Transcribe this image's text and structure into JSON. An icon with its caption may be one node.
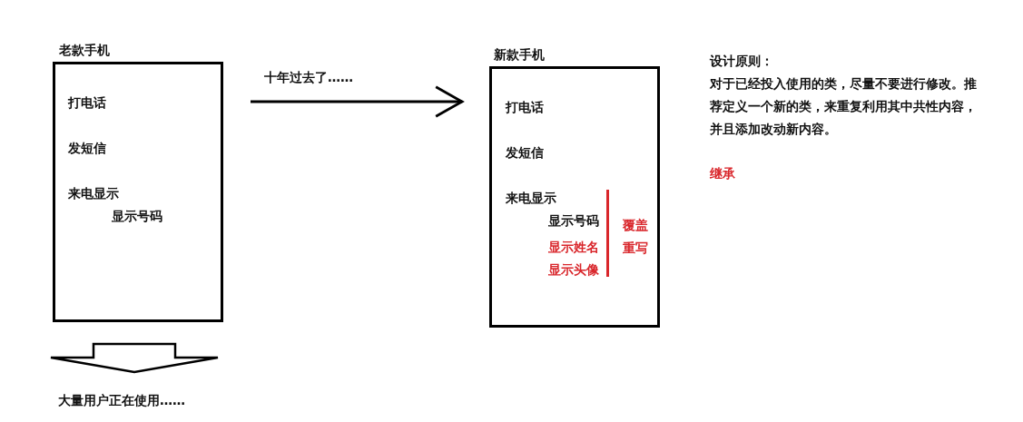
{
  "diagram": {
    "nodes": [
      {
        "text": [
          "老款手机",
          "打电话",
          "发短信",
          "来电显示",
          "显示号码"
        ]
      },
      {
        "text": [
          "新款手机",
          "打电话",
          "发短信",
          "来电显示",
          "显示号码",
          "显示姓名",
          "显示头像"
        ]
      },
      {
        "text": [
          "大量用户正在使用……"
        ]
      }
    ],
    "edges": [
      {
        "from": 0,
        "to": 1,
        "arrow": "to",
        "label": "十年过去了……"
      },
      {
        "from": 0,
        "to": 2,
        "arrow": "to",
        "style": "thick"
      }
    ],
    "labels": [
      "覆盖",
      "重写",
      "设计原则：",
      "对于已经投入使用的类，尽量不要进行修改。推荐定义一个新的类，来重复利用其中共性内容，并且添加改动新内容。",
      "继承"
    ]
  }
}
